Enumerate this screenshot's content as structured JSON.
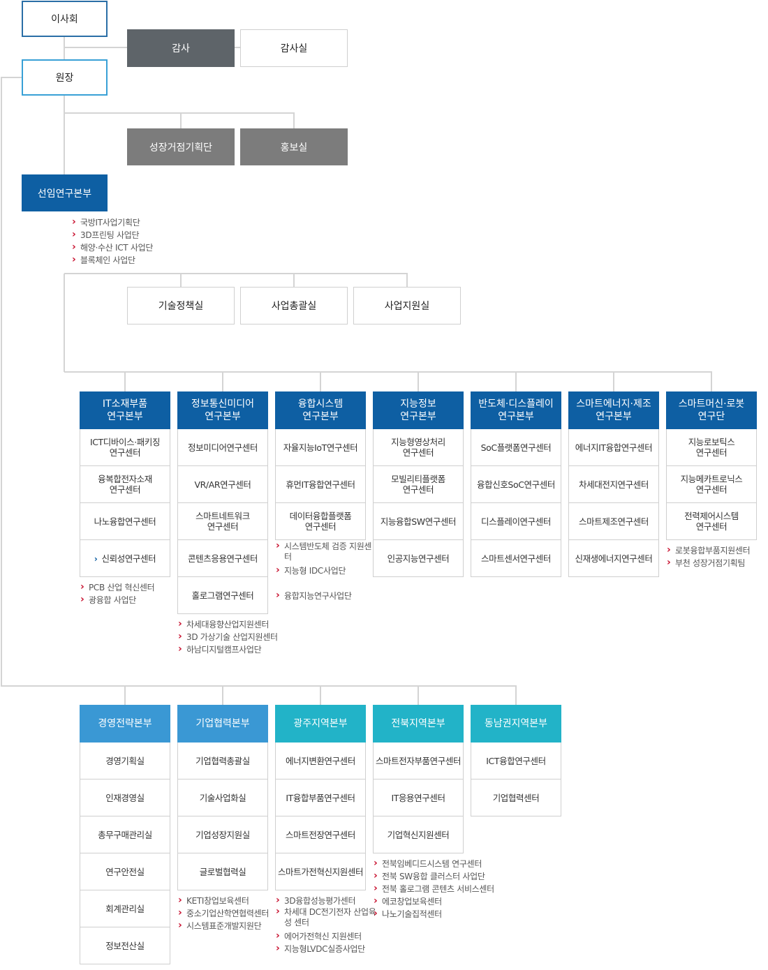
{
  "board": "이사회",
  "auditor": "감사",
  "audit_office": "감사실",
  "president": "원장",
  "staff_units": [
    "성장거점기획단",
    "홍보실"
  ],
  "senior_division": {
    "name": "선임연구본부",
    "programs": [
      "국방IT사업기획단",
      "3D프린팅 사업단",
      "해양·수산 ICT 사업단",
      "블록체인 사업단"
    ],
    "offices": [
      "기술정책실",
      "사업총괄실",
      "사업지원실"
    ]
  },
  "research_divisions": [
    {
      "name": "IT소재부품\n연구본부",
      "centers": [
        "ICT디바이스·패키징\n연구센터",
        "융복합전자소재\n연구센터",
        "나노융합연구센터",
        "신뢰성연구센터"
      ],
      "notes": [
        "PCB 산업 혁신센터",
        "광융합 사업단"
      ]
    },
    {
      "name": "정보통신미디어\n연구본부",
      "centers": [
        "정보미디어연구센터",
        "VR/AR연구센터",
        "스마트네트워크\n연구센터",
        "콘텐츠응용연구센터",
        "홀로그램연구센터"
      ],
      "notes": [
        "차세대융향산업지원센터",
        "3D 가상기술 산업지원센터",
        "하남디지털캠프사업단"
      ]
    },
    {
      "name": "융합시스템\n연구본부",
      "centers": [
        "자율지능IoT연구센터",
        "휴먼IT융합연구센터",
        "데이터융합플랫폼\n연구센터"
      ],
      "notes": [
        "시스템반도체 검증 지원센터",
        "지능형 IDC사업단",
        "융합지능연구사업단"
      ]
    },
    {
      "name": "지능정보\n연구본부",
      "centers": [
        "지능형영상처리\n연구센터",
        "모빌리티플랫폼\n연구센터",
        "지능융합SW연구센터",
        "인공지능연구센터"
      ],
      "notes": []
    },
    {
      "name": "반도체·디스플레이\n연구본부",
      "centers": [
        "SoC플랫폼연구센터",
        "융합신호SoC연구센터",
        "디스플레이연구센터",
        "스마트센서연구센터"
      ],
      "notes": []
    },
    {
      "name": "스마트에너지·제조\n연구본부",
      "centers": [
        "에너지IT융합연구센터",
        "차세대전지연구센터",
        "스마트제조연구센터",
        "신재생에너지연구센터"
      ],
      "notes": []
    },
    {
      "name": "스마트머신·로봇\n연구단",
      "centers": [
        "지능로보틱스\n연구센터",
        "지능메카트로닉스\n연구센터",
        "전력제어시스템\n연구센터"
      ],
      "notes": [
        "로봇융합부품지원센터",
        "부천 성장거점기획팀"
      ]
    }
  ],
  "support_divisions": [
    {
      "name": "경영전략본부",
      "units": [
        "경영기획실",
        "인재경영실",
        "총무구매관리실",
        "연구안전실",
        "회계관리실",
        "정보전산실"
      ],
      "notes": []
    },
    {
      "name": "기업협력본부",
      "units": [
        "기업협력총괄실",
        "기술사업화실",
        "기업성장지원실",
        "글로벌협력실"
      ],
      "notes": [
        "KETI창업보육센터",
        "중소기업산학연협력센터",
        "시스템표준개발지원단"
      ]
    },
    {
      "name": "광주지역본부",
      "units": [
        "에너지변환연구센터",
        "IT융합부품연구센터",
        "스마트전장연구센터",
        "스마트가전혁신지원센터"
      ],
      "notes": [
        "3D융합성능평가센터",
        "차세대 DC전기전자 산업육성 센터",
        "에어가전혁신 지원센터",
        "지능형LVDC실증사업단"
      ]
    },
    {
      "name": "전북지역본부",
      "units": [
        "스마트전자부품연구센터",
        "IT응용연구센터",
        "기업혁신지원센터"
      ],
      "notes": [
        "전북임베디드시스템 연구센터",
        "전북 SW융합 클러스터 사업단",
        "전북 홀로그램 콘텐츠 서비스센터",
        "에코창업보육센터",
        "나노기술집적센터"
      ]
    },
    {
      "name": "동남권지역본부",
      "units": [
        "ICT융합연구센터",
        "기업협력센터"
      ],
      "notes": []
    }
  ],
  "colors": {
    "research_header": "#0e5fa3",
    "support_header_blue": "#3a98d4",
    "support_header_teal": "#22b3c8",
    "note_bullet": "#c8102e"
  }
}
